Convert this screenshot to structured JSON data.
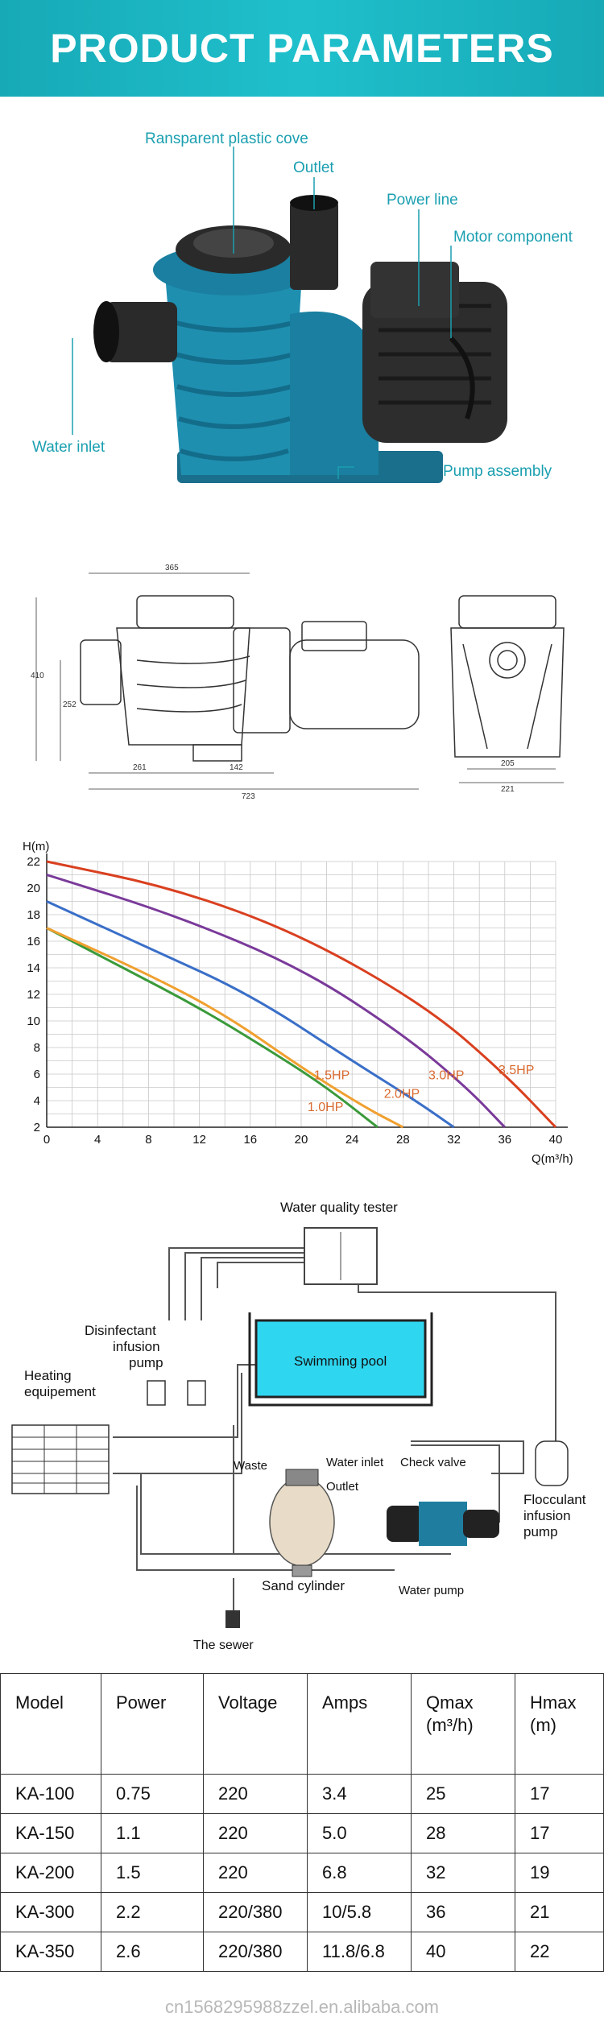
{
  "header": {
    "title": "PRODUCT PARAMETERS"
  },
  "product": {
    "labels": {
      "cover": "Ransparent plastic cove",
      "outlet": "Outlet",
      "power_line": "Power line",
      "motor": "Motor component",
      "water_inlet": "Water inlet",
      "pump_assembly": "Pump assembly"
    }
  },
  "drawing": {
    "dims": {
      "d365": "365",
      "d410": "410",
      "d252": "252",
      "d261": "261",
      "d142": "142",
      "d723": "723",
      "d205": "205",
      "d221": "221"
    }
  },
  "chart_data": {
    "type": "line",
    "title": "",
    "xlabel": "Q(m³/h)",
    "ylabel": "H(m)",
    "xlim": [
      0,
      40
    ],
    "ylim": [
      2,
      22
    ],
    "x_ticks": [
      0,
      4,
      8,
      12,
      16,
      20,
      24,
      28,
      32,
      36,
      40
    ],
    "y_ticks": [
      2,
      4,
      6,
      8,
      10,
      12,
      14,
      16,
      18,
      20,
      22
    ],
    "grid": true,
    "series": [
      {
        "name": "1.0HP",
        "color": "#3a9a3a",
        "points": [
          [
            0,
            17
          ],
          [
            6,
            14
          ],
          [
            12,
            11
          ],
          [
            18,
            7.5
          ],
          [
            22,
            5
          ],
          [
            26,
            2
          ]
        ],
        "label_at": [
          20.5,
          3.2
        ]
      },
      {
        "name": "1.5HP",
        "color": "#f0a030",
        "points": [
          [
            0,
            17
          ],
          [
            8,
            13.5
          ],
          [
            14,
            10.5
          ],
          [
            20,
            6.5
          ],
          [
            25,
            3.5
          ],
          [
            28,
            2
          ]
        ],
        "label_at": [
          21,
          5.6
        ]
      },
      {
        "name": "2.0HP",
        "color": "#3a6fc8",
        "points": [
          [
            0,
            19
          ],
          [
            8,
            15.5
          ],
          [
            16,
            12
          ],
          [
            24,
            7
          ],
          [
            29,
            4
          ],
          [
            32,
            2
          ]
        ],
        "label_at": [
          26.5,
          4.2
        ]
      },
      {
        "name": "3.0HP",
        "color": "#7a3a9a",
        "points": [
          [
            0,
            21
          ],
          [
            10,
            18
          ],
          [
            20,
            14
          ],
          [
            28,
            9
          ],
          [
            33,
            5
          ],
          [
            36,
            2
          ]
        ],
        "label_at": [
          30,
          5.6
        ]
      },
      {
        "name": "3.5HP",
        "color": "#d94020",
        "points": [
          [
            0,
            22
          ],
          [
            10,
            20
          ],
          [
            20,
            16.5
          ],
          [
            30,
            11
          ],
          [
            36,
            6
          ],
          [
            40,
            2
          ]
        ],
        "label_at": [
          35.5,
          6
        ]
      }
    ]
  },
  "system": {
    "labels": {
      "tester": "Water quality tester",
      "disinfectant_1": "Disinfectant",
      "disinfectant_2": "infusion",
      "disinfectant_3": "pump",
      "heating_1": "Heating",
      "heating_2": "equipement",
      "pool": "Swimming pool",
      "waste": "Waste",
      "water_inlet": "Water inlet",
      "check_valve": "Check valve",
      "outlet": "Outlet",
      "flocculant_1": "Flocculant",
      "flocculant_2": "infusion",
      "flocculant_3": "pump",
      "sand_cylinder": "Sand cylinder",
      "water_pump": "Water pump",
      "sewer": "The sewer"
    }
  },
  "table": {
    "headers": [
      "Model",
      "Power",
      "Voltage",
      "Amps",
      "Qmax\n(m³/h)",
      "Hmax\n(m)"
    ],
    "rows": [
      [
        "KA-100",
        "0.75",
        "220",
        "3.4",
        "25",
        "17"
      ],
      [
        "KA-150",
        "1.1",
        "220",
        "5.0",
        "28",
        "17"
      ],
      [
        "KA-200",
        "1.5",
        "220",
        "6.8",
        "32",
        "19"
      ],
      [
        "KA-300",
        "2.2",
        "220/380",
        "10/5.8",
        "36",
        "21"
      ],
      [
        "KA-350",
        "2.6",
        "220/380",
        "11.8/6.8",
        "40",
        "22"
      ]
    ]
  },
  "watermark": "cn1568295988zzel.en.alibaba.com",
  "colors": {
    "accent": "#1fb8c6",
    "label": "#1a9fb0",
    "pool": "#2fd6f0",
    "pump_body": "#1f7ea0"
  }
}
